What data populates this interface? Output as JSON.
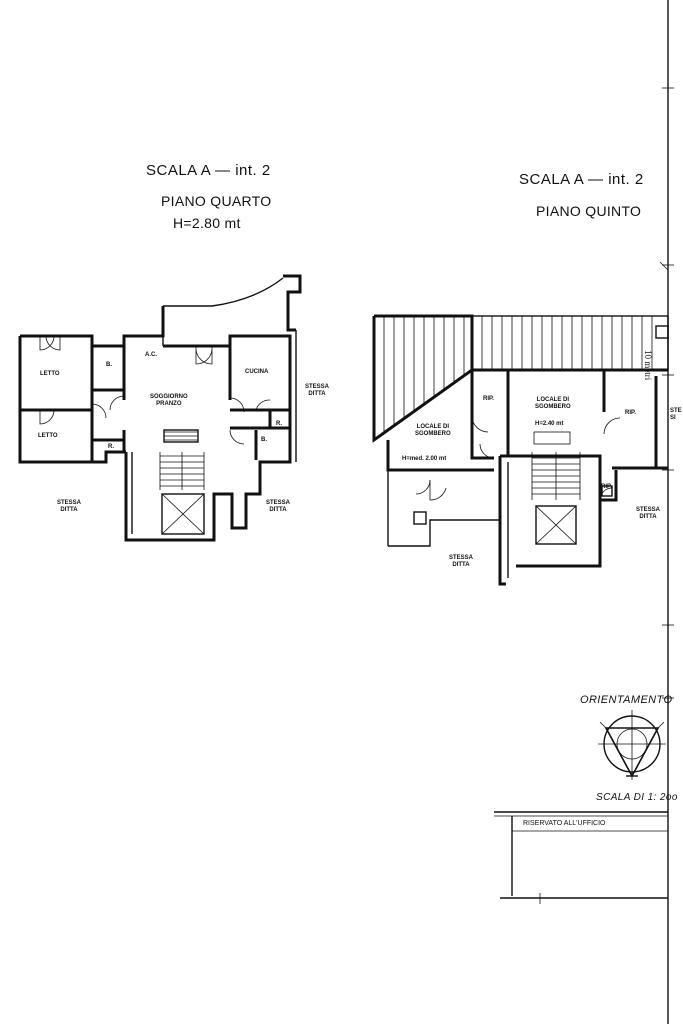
{
  "plan_left": {
    "title": "SCALA A  —  int. 2",
    "floor": "PIANO QUARTO",
    "height": "H=2.80  mt",
    "rooms": {
      "letto1": "LETTO",
      "letto2": "LETTO",
      "b1": "B.",
      "ac": "A.C.",
      "soggiorno_l1": "SOGGIORNO",
      "soggiorno_l2": "PRANZO",
      "cucina": "CUCINA",
      "r1": "R.",
      "r2": "R.",
      "b2": "B.",
      "stessa1_l1": "STESSA",
      "stessa1_l2": "DITTA",
      "stessa2_l1": "STESSA",
      "stessa2_l2": "DITTA",
      "stessa3_l1": "STESSA",
      "stessa3_l2": "DITTA"
    }
  },
  "plan_right": {
    "title": "SCALA  A  —  int.  2",
    "floor": "PIANO  QUINTO",
    "rooms": {
      "rip1": "RIP.",
      "locale_mid_l1": "LOCALE DI",
      "locale_mid_l2": "SGOMBERO",
      "h_mid": "H=2.40  mt",
      "rip2": "RIP.",
      "cut_l1": "STE",
      "cut_l2": "SI",
      "locale_left_l1": "LOCALE DI",
      "locale_left_l2": "SGOMBERO",
      "h_left": "H=med.  2.00  mt",
      "rip3": "RIP.",
      "stessa_l1": "STESSA",
      "stessa_l2": "DITTA",
      "stessa_b_l1": "STESSA",
      "stessa_b_l2": "DITTA"
    }
  },
  "scale_bar_label": "10 metri",
  "orientation": {
    "label": "ORIENTAMENTO"
  },
  "scale_note": "SCALA DI 1: 2oo",
  "office_box": {
    "label": "RISERVATO ALL'UFFICIO"
  }
}
